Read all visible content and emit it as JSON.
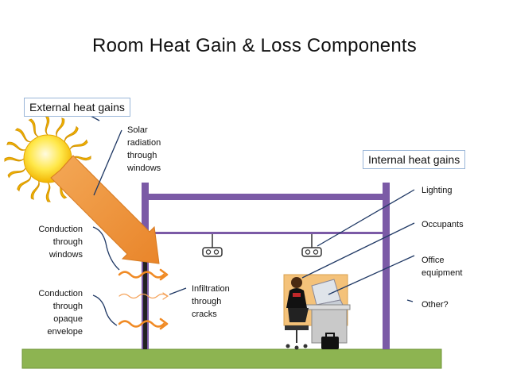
{
  "title": "Room Heat Gain & Loss Components",
  "external_box": "External heat gains",
  "internal_box": "Internal heat gains",
  "labels": {
    "solar": "Solar\nradiation\nthrough\nwindows",
    "conduction_windows": "Conduction\nthrough\nwindows",
    "conduction_opaque": "Conduction\nthrough\nopaque\nenvelope",
    "infiltration": "Infiltration\nthrough\ncracks",
    "lighting": "Lighting",
    "occupants": "Occupants",
    "office_equipment": "Office\nequipment",
    "other": "Other?"
  },
  "colors": {
    "frame": "#7b5aa6",
    "ground": "#8db451",
    "sun": "#f5c400",
    "arrow": "#ef9a3a",
    "wave": "#f08a24",
    "leader": "#1f3864"
  }
}
